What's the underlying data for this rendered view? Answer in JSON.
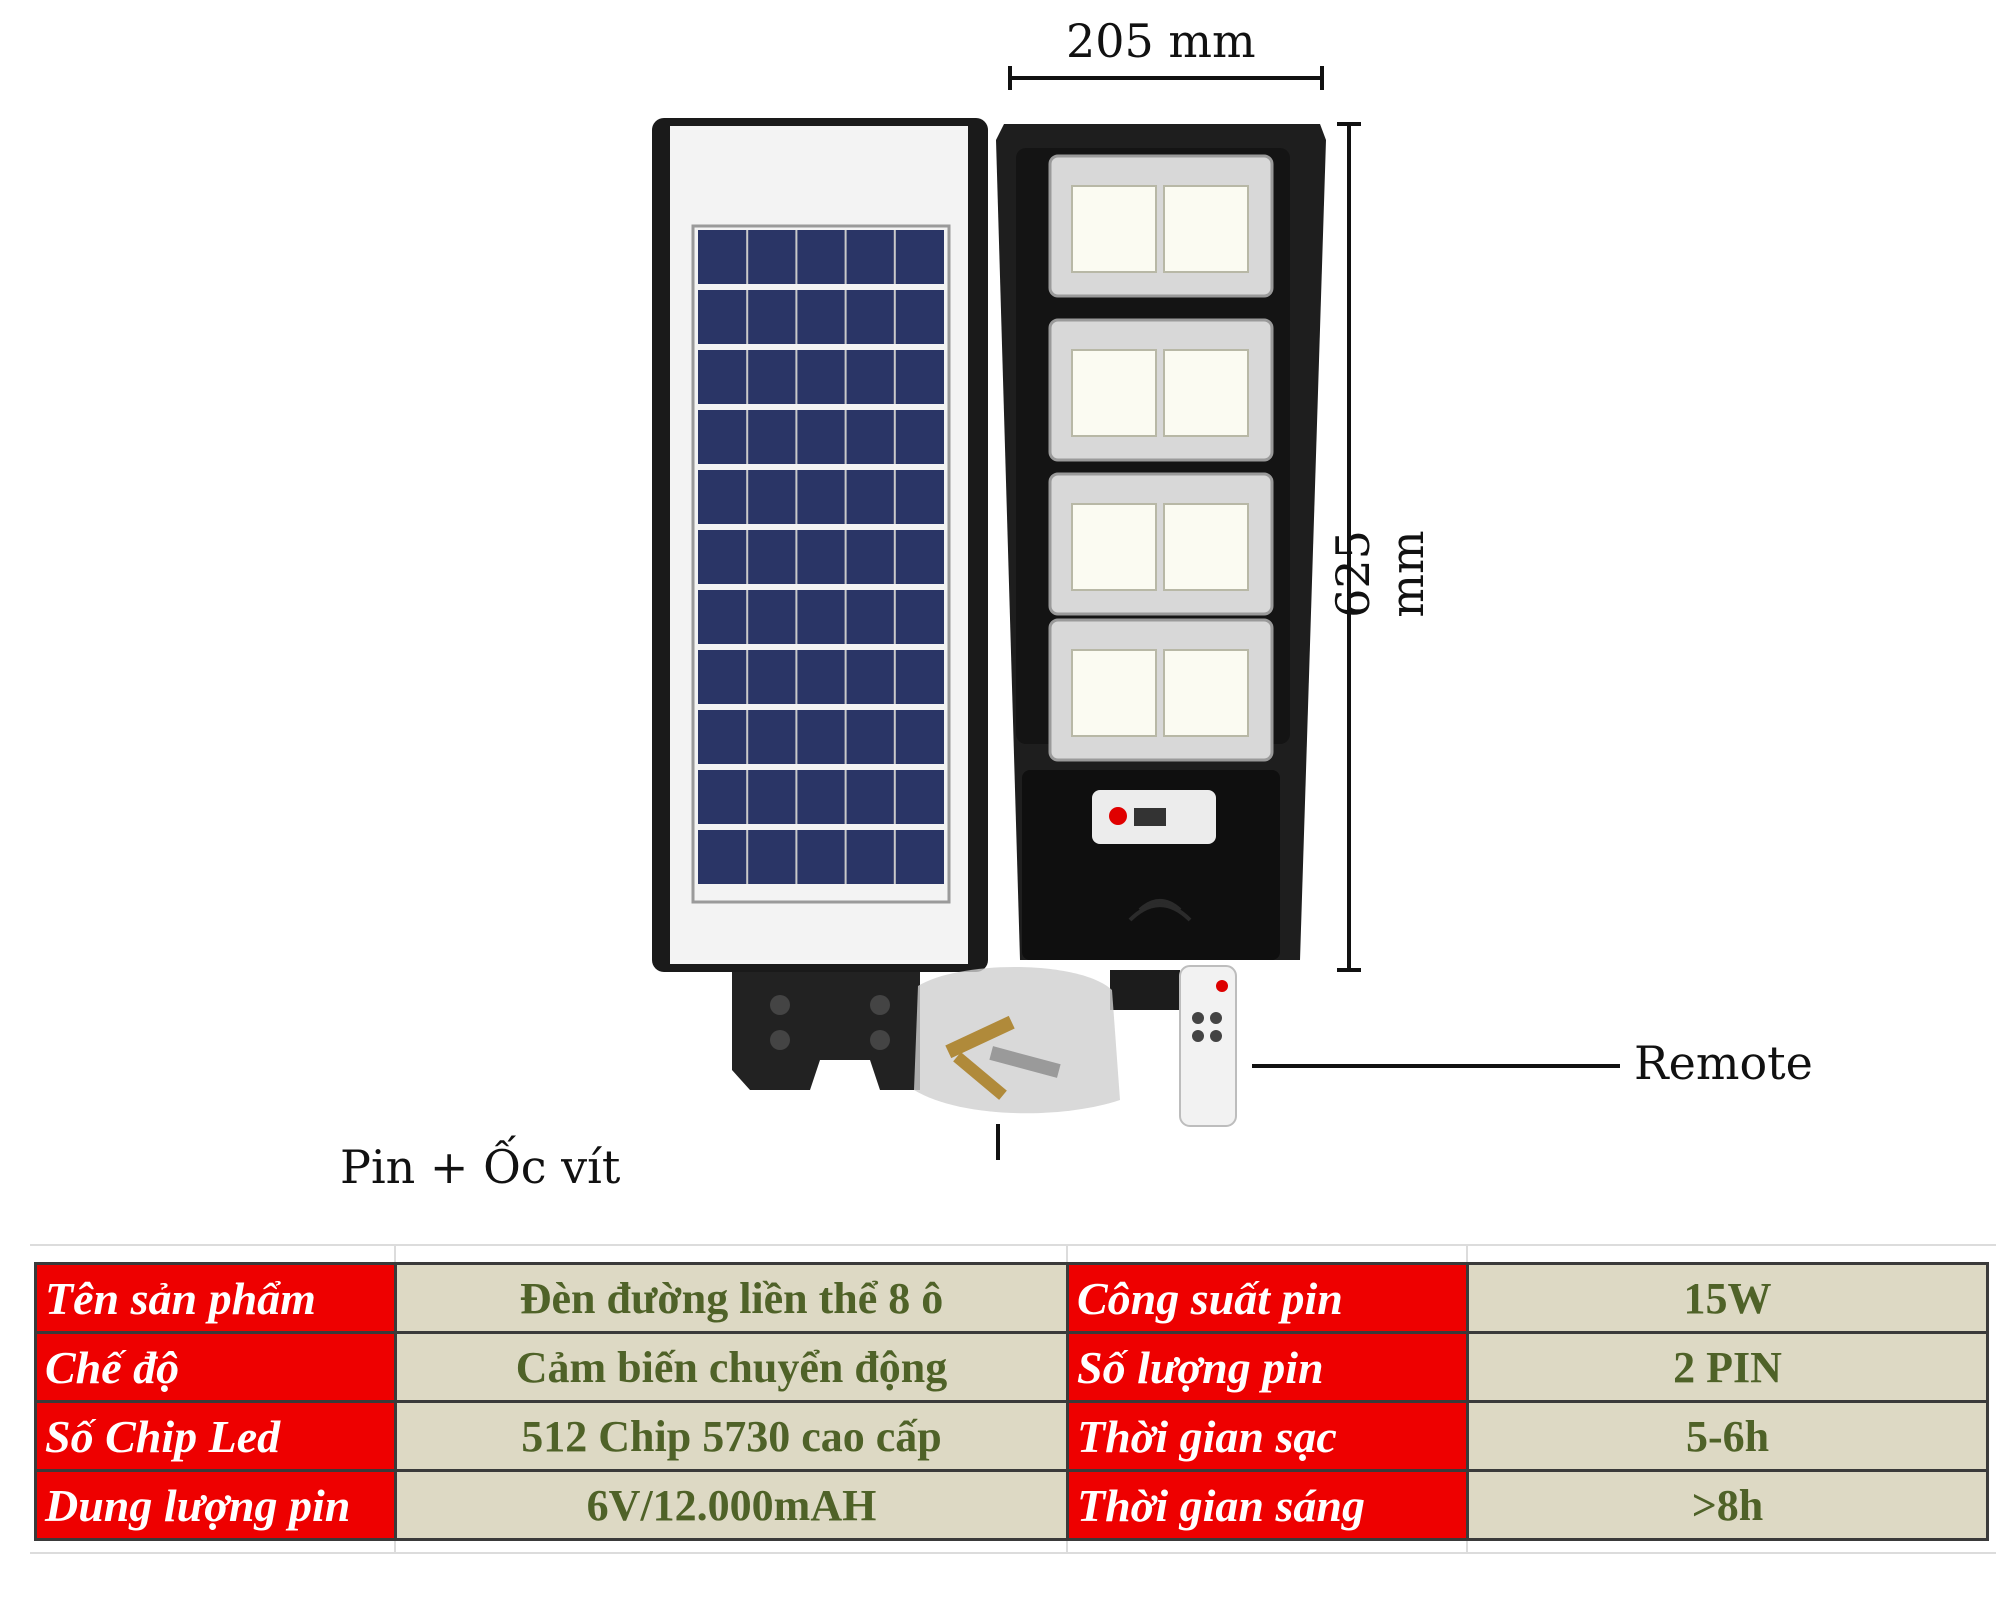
{
  "dimensions": {
    "width_label": "205 mm",
    "height_label": "625 mm"
  },
  "callouts": {
    "remote": "Remote",
    "accessories": "Pin + Ốc vít"
  },
  "colors": {
    "label_cell_bg": "#ee0000",
    "label_cell_text": "#ffffff",
    "value_cell_bg": "#ddd9c4",
    "value_cell_text": "#4f6228"
  },
  "spec_table": {
    "rows": [
      {
        "label_left": "Tên sản phẩm",
        "value_left": "Đèn đường liền thể 8 ô",
        "label_right": "Công suất pin",
        "value_right": "15W"
      },
      {
        "label_left": "Chế độ",
        "value_left": "Cảm biến chuyển động",
        "label_right": "Số lượng pin",
        "value_right": "2 PIN"
      },
      {
        "label_left": "Số Chip Led",
        "value_left": "512 Chip 5730 cao cấp",
        "label_right": "Thời gian sạc",
        "value_right": "5-6h"
      },
      {
        "label_left": "Dung lượng pin",
        "value_left": "6V/12.000mAH",
        "label_right": "Thời gian sáng",
        "value_right": ">8h"
      }
    ]
  }
}
